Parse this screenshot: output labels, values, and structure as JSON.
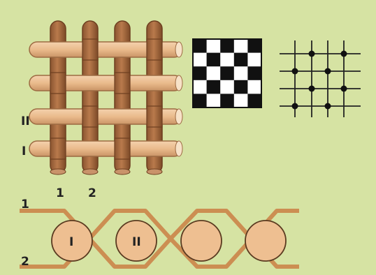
{
  "figure": {
    "background_color": "#d6e3a3",
    "warp_color": "#a86b41",
    "weft_color": "#edbf92",
    "outline_color": "#7a4a28",
    "cross_section_color": "#cc8e52"
  },
  "labels": {
    "warp_1": "1",
    "warp_2": "2",
    "weft_I": "I",
    "weft_II": "II",
    "cross_warp_1": "1",
    "cross_warp_2": "2",
    "cross_weft_I": "I",
    "cross_weft_II": "II"
  }
}
